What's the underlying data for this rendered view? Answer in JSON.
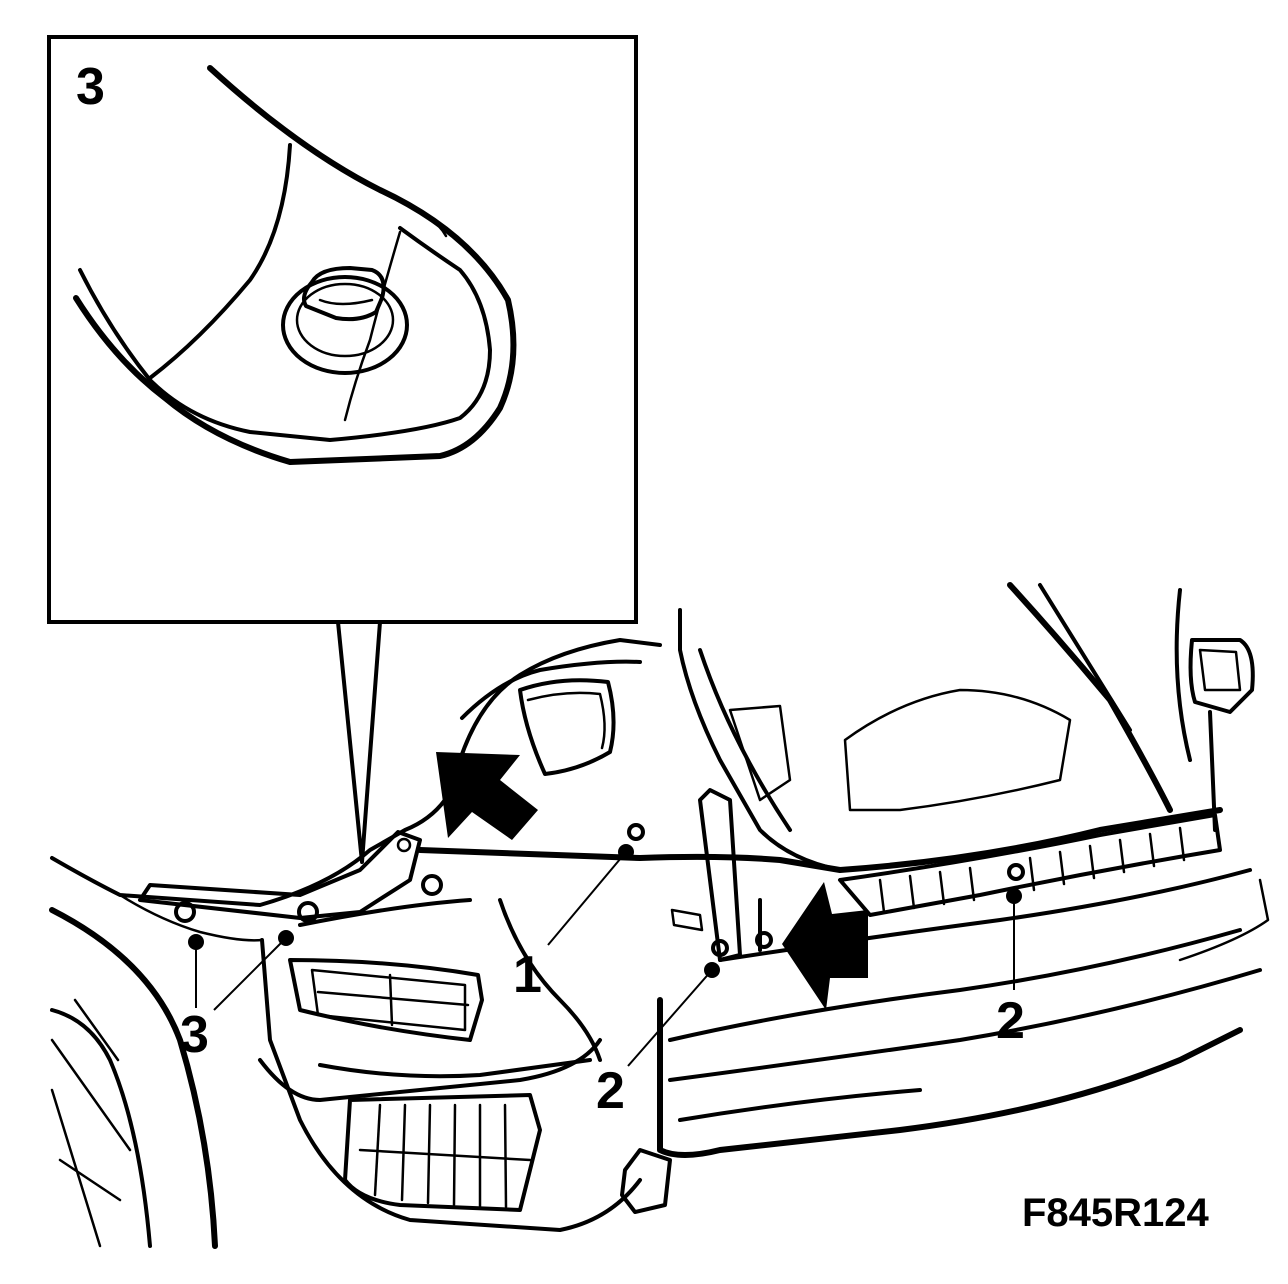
{
  "inset": {
    "label": "3"
  },
  "callouts": {
    "one": "1",
    "two_left": "2",
    "two_right": "2",
    "three": "3"
  },
  "figure_code": "F845R124"
}
